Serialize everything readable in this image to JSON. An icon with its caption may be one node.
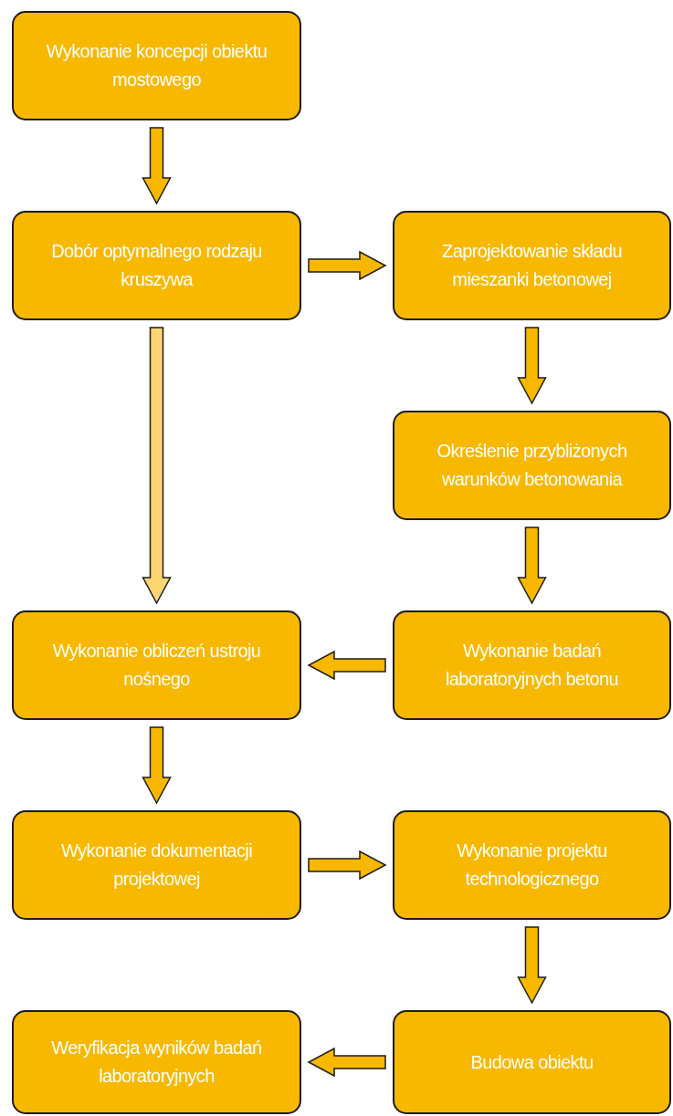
{
  "diagram": {
    "nodes": [
      {
        "text": [
          "Wykonanie koncepcji obiektu mostowego"
        ]
      },
      {
        "text": [
          "Dobór optymalnego rodzaju kruszywa"
        ]
      },
      {
        "text": [
          "Zaprojektowanie składu mieszanki betonowej"
        ]
      },
      {
        "text": [
          "Określenie przybliżonych warunków betonowania"
        ]
      },
      {
        "text": [
          "Wykonanie badań laboratoryjnych betonu"
        ]
      },
      {
        "text": [
          "Wykonanie obliczeń ustroju nośnego"
        ]
      },
      {
        "text": [
          "Wykonanie dokumentacji projektowej"
        ]
      },
      {
        "text": [
          "Wykonanie projektu technologicznego"
        ]
      },
      {
        "text": [
          "Budowa obiektu"
        ]
      },
      {
        "text": [
          "Weryfikacja wyników badań laboratoryjnych"
        ]
      }
    ],
    "edges": [
      {
        "from": 0,
        "to": 1,
        "arrow": "to"
      },
      {
        "from": 1,
        "to": 2,
        "arrow": "to"
      },
      {
        "from": 2,
        "to": 3,
        "arrow": "to"
      },
      {
        "from": 3,
        "to": 4,
        "arrow": "to"
      },
      {
        "from": 4,
        "to": 5,
        "arrow": "to"
      },
      {
        "from": 1,
        "to": 5,
        "arrow": "to",
        "color": "#fdd572"
      },
      {
        "from": 5,
        "to": 6,
        "arrow": "to"
      },
      {
        "from": 6,
        "to": 7,
        "arrow": "to"
      },
      {
        "from": 7,
        "to": 8,
        "arrow": "to"
      },
      {
        "from": 8,
        "to": 9,
        "arrow": "to"
      }
    ]
  }
}
